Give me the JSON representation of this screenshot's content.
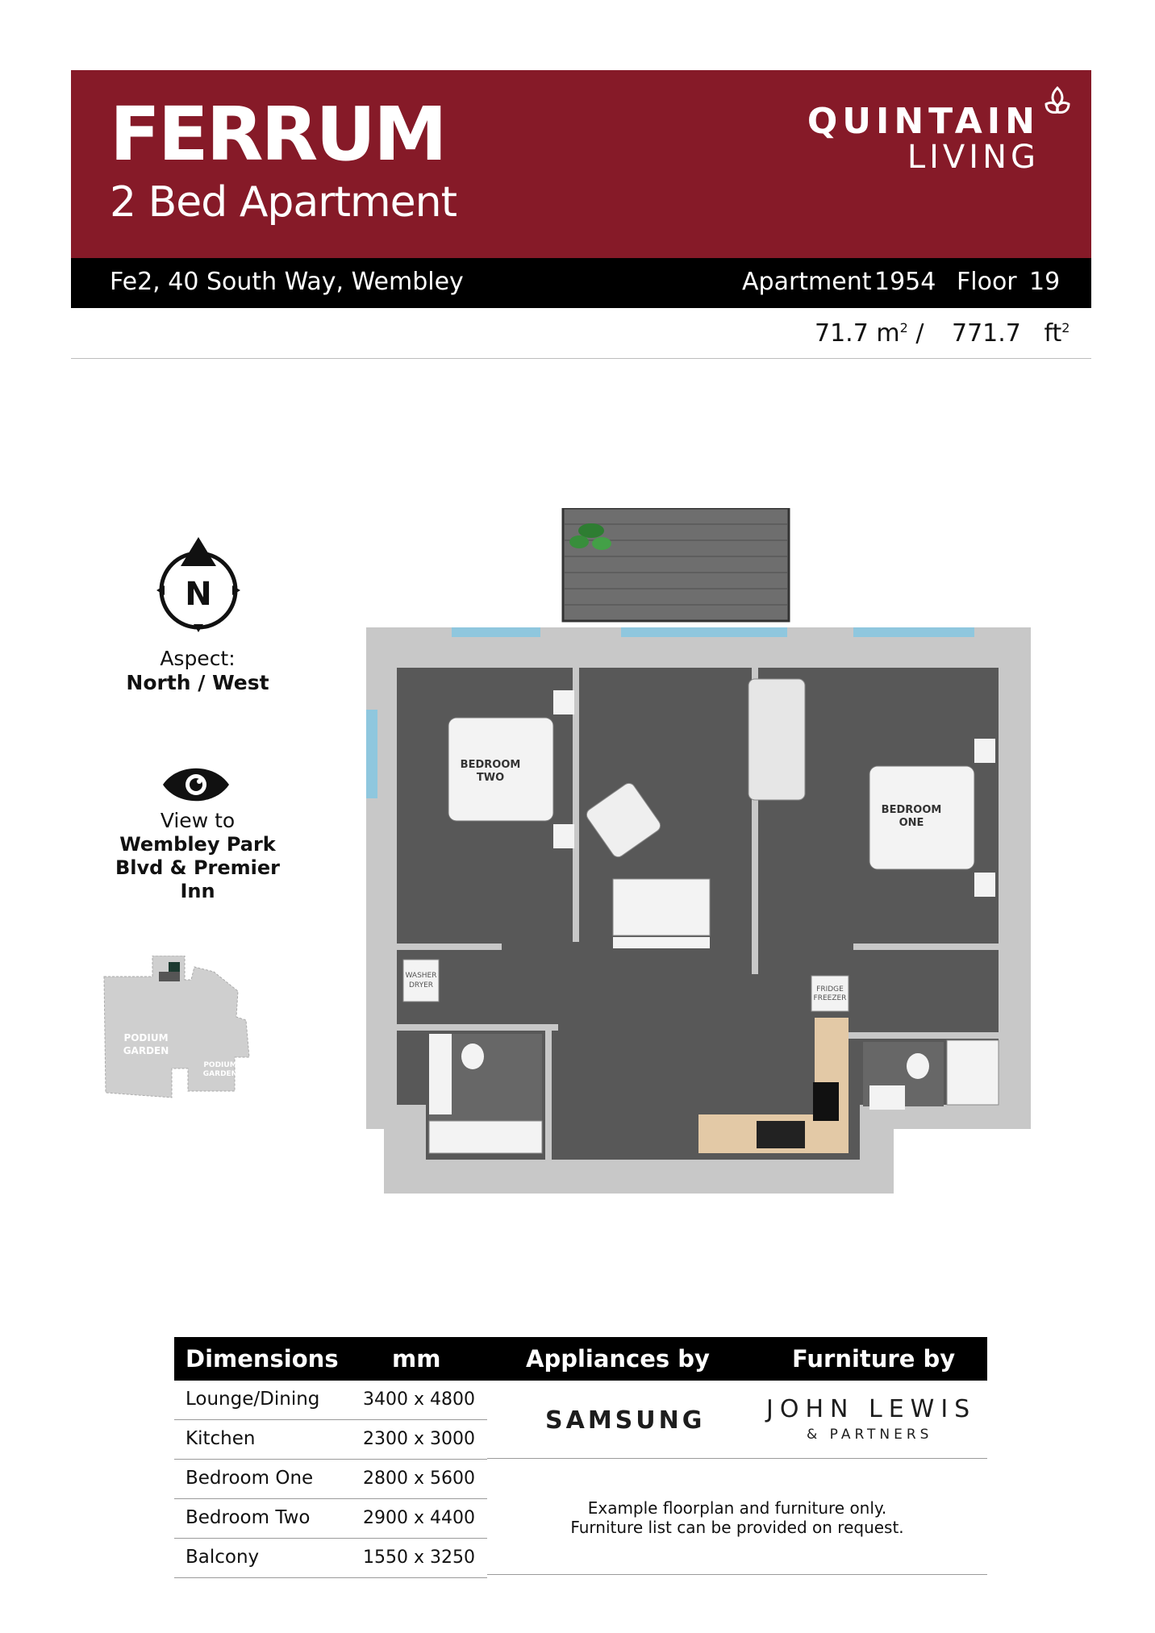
{
  "header": {
    "title": "FERRUM",
    "subtitle": "2 Bed Apartment",
    "brand_line1": "QUINTAIN",
    "brand_line2": "LIVING",
    "brand_color": "#861a28"
  },
  "address_bar": {
    "address": "Fe2, 40 South Way, Wembley",
    "apartment_label": "Apartment",
    "apartment_number": "1954",
    "floor_label": "Floor",
    "floor_number": "19"
  },
  "area": {
    "sqm": "71.7",
    "sqm_unit": "m",
    "separator": "/",
    "sqft": "771.7",
    "sqft_unit": "ft",
    "exponent": "2"
  },
  "legend": {
    "compass_letter": "N",
    "aspect_label": "Aspect:",
    "aspect_value": "North / West",
    "view_label": "View to",
    "view_value": "Wembley Park Blvd & Premier Inn",
    "site_labels": [
      "PODIUM GARDEN",
      "PODIUM GARDEN"
    ]
  },
  "floorplan": {
    "rooms": [
      {
        "label_line1": "BEDROOM",
        "label_line2": "TWO"
      },
      {
        "label_line1": "BEDROOM",
        "label_line2": "ONE"
      }
    ],
    "appliances": [
      {
        "line1": "WASHER",
        "line2": "DRYER"
      },
      {
        "line1": "FRIDGE",
        "line2": "FREEZER"
      }
    ]
  },
  "table": {
    "headers": {
      "dimensions": "Dimensions",
      "mm": "mm",
      "appliances": "Appliances by",
      "furniture": "Furniture by"
    },
    "rows": [
      {
        "name": "Lounge/Dining",
        "value": "3400 x 4800"
      },
      {
        "name": "Kitchen",
        "value": "2300 x 3000"
      },
      {
        "name": "Bedroom One",
        "value": "2800 x 5600"
      },
      {
        "name": "Bedroom Two",
        "value": "2900 x 4400"
      },
      {
        "name": "Balcony",
        "value": "1550 x 3250"
      }
    ],
    "appliance_brand": "SAMSUNG",
    "furniture_brand_line1": "JOHN LEWIS",
    "furniture_brand_line2": "& PARTNERS",
    "note_line1": "Example floorplan and furniture only.",
    "note_line2": "Furniture list can be provided on request."
  }
}
